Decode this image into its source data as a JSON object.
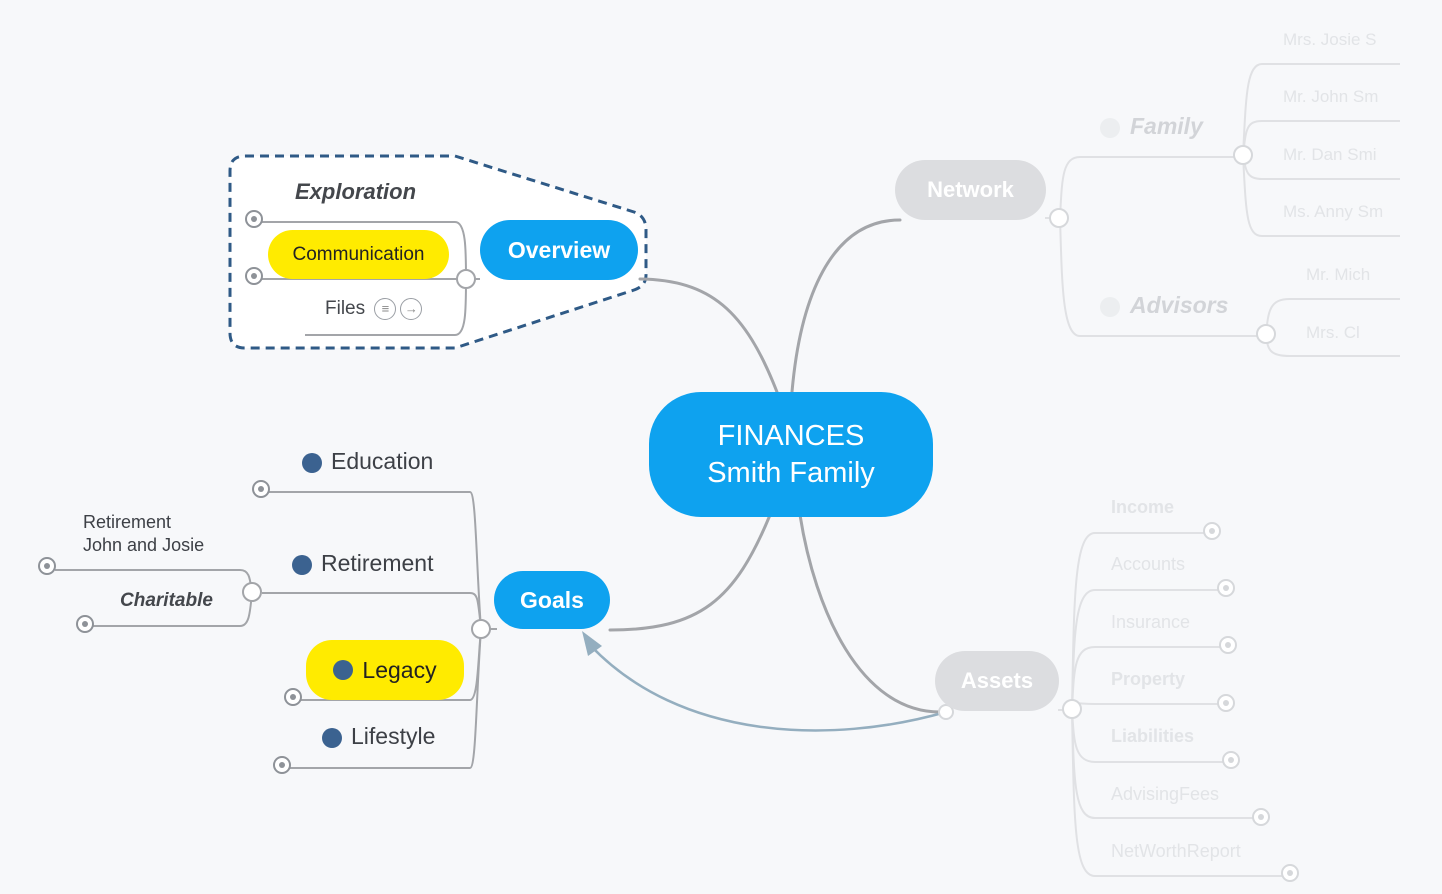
{
  "central": {
    "line1": "FINANCES",
    "line2": "Smith Family"
  },
  "overview": {
    "label": "Overview",
    "boundary_label": "Exploration",
    "children": {
      "communication": "Communication",
      "files": "Files"
    },
    "icons": [
      "notes-icon",
      "arrow-right-icon"
    ]
  },
  "goals": {
    "label": "Goals",
    "children": {
      "education": "Education",
      "retirement": "Retirement",
      "legacy": "Legacy",
      "lifestyle": "Lifestyle"
    },
    "retirement_children": {
      "john_josie_line1": "Retirement",
      "john_josie_line2": "John and Josie",
      "charitable": "Charitable"
    }
  },
  "network": {
    "label": "Network",
    "family": {
      "label": "Family",
      "children": [
        "Mrs. Josie S",
        "Mr. John Sm",
        "Mr. Dan Smi",
        "Ms. Anny Sm"
      ]
    },
    "advisors": {
      "label": "Advisors",
      "children": [
        "Mr. Mich",
        "Mrs. Cl"
      ]
    }
  },
  "assets": {
    "label": "Assets",
    "children": [
      "Income",
      "Accounts",
      "Insurance",
      "Property",
      "Liabilities",
      "AdvisingFees",
      "NetWorthReport"
    ]
  },
  "colors": {
    "central": "#0ea2ef",
    "branch": "#0ea2ef",
    "highlight": "#ffeb00",
    "marker": "#3b6290",
    "boundary": "#2f5a86",
    "relationship": "#94aebf",
    "faded": "#dcdde0"
  }
}
